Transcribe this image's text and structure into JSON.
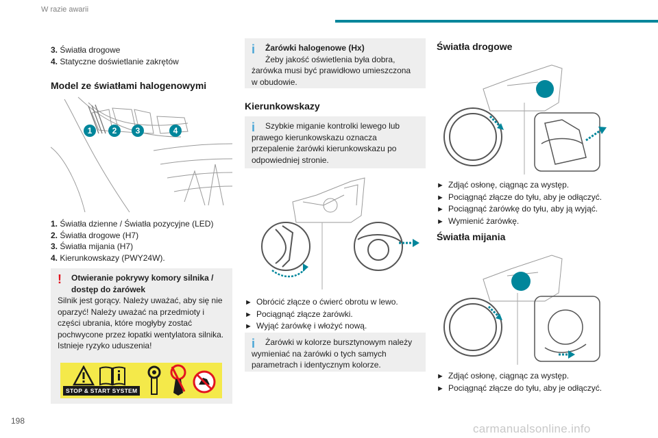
{
  "header": {
    "section": "W razie awarii"
  },
  "page_number": "198",
  "watermark": "carmanualsonline.info",
  "col1": {
    "top_list": [
      {
        "num": "3.",
        "text": "Światła drogowe"
      },
      {
        "num": "4.",
        "text": "Statyczne doświetlanie zakrętów"
      }
    ],
    "heading": "Model ze światłami halogenowymi",
    "callouts": [
      "1",
      "2",
      "3",
      "4"
    ],
    "bulbs": [
      {
        "num": "1.",
        "text": "Światła dzienne / Światła pozycyjne (LED)"
      },
      {
        "num": "2.",
        "text": "Światła drogowe (H7)"
      },
      {
        "num": "3.",
        "text": "Światła mijania (H7)"
      },
      {
        "num": "4.",
        "text": "Kierunkowskazy (PWY24W)."
      }
    ],
    "warning": {
      "title_line1": "Otwieranie pokrywy komory silnika /",
      "title_line2": "dostęp do żarówek",
      "body": "Silnik jest gorący. Należy uważać, aby się nie oparzyć! Należy uważać na przedmioty i części ubrania, które mogłyby zostać pochwycone przez łopatki wentylatora silnika. Istnieje ryzyko uduszenia!",
      "stop_label": "STOP & START SYSTEM"
    }
  },
  "col2": {
    "note_halogen": {
      "title": "Żarówki halogenowe (Hx)",
      "line1": "Żeby jakość oświetlenia była dobra,",
      "rest": "żarówka musi być prawidłowo umieszczona w obudowie."
    },
    "heading": "Kierunkowskazy",
    "note_blink": {
      "line1": "Szybkie miganie kontrolki lewego lub",
      "rest": "prawego kierunkowskazu oznacza przepalenie żarówki kierunkowskazu po odpowiedniej stronie."
    },
    "steps": [
      "Obrócić złącze o ćwierć obrotu w lewo.",
      "Pociągnąć złącze żarówki.",
      "Wyjąć żarówkę i włożyć nową."
    ],
    "note_amber": {
      "line1": "Żarówki w kolorze bursztynowym należy",
      "rest": "wymieniać na żarówki o tych samych parametrach i identycznym kolorze."
    }
  },
  "col3": {
    "heading_high": "Światła drogowe",
    "steps_high": [
      "Zdjąć osłonę, ciągnąc za występ.",
      "Pociągnąć złącze do tyłu, aby je odłączyć.",
      "Pociągnąć żarówkę do tyłu, aby ją wyjąć.",
      "Wymienić żarówkę."
    ],
    "heading_low": "Światła mijania",
    "steps_low": [
      "Zdjąć osłonę, ciągnąc za występ.",
      "Pociągnąć złącze do tyłu, aby je odłączyć."
    ]
  },
  "colors": {
    "accent": "#00869b",
    "info": "#4aa6d6",
    "warning": "#e3141f",
    "note_bg": "#eeeeee",
    "warn_panel": "#f4e94a"
  }
}
